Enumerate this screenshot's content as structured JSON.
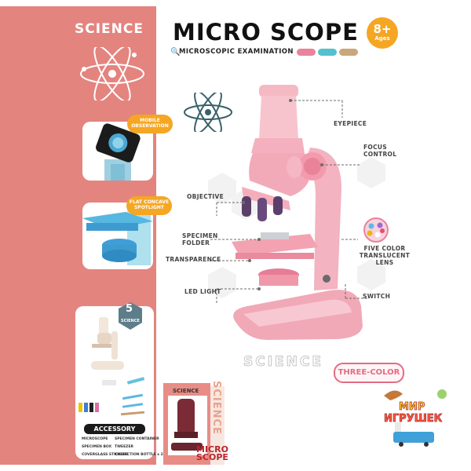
{
  "sidebar": {
    "title": "SCIENCE"
  },
  "header": {
    "title": "MICRO SCOPE",
    "subtitle": "MICROSCOPIC EXAMINATION",
    "age_badge": {
      "value": "8+",
      "label": "Ages"
    },
    "color_options": [
      "#e9829a",
      "#53c1cf",
      "#c9a77b"
    ]
  },
  "features": {
    "mobile": "MOBILE OBSERVATION",
    "spotlight": "FLAT CONCAVE SPOTLIGHT",
    "steps_badge": {
      "number": "5",
      "label": "SCIENCE"
    }
  },
  "callouts": {
    "eyepiece": "EYEPIECE",
    "focus_control": "FOCUS CONTROL",
    "objective": "OBJECTIVE",
    "specimen_folder": "SPECIMEN FOLDER",
    "transparence": "TRANSPARENCE",
    "five_color": "FIVE COLOR TRANSLUCENT LENS",
    "led_light": "LED LIGHT",
    "switch": "SWITCH"
  },
  "watermark": "SCIENCE",
  "three_color_label": "THREE-COLOR",
  "accessory": {
    "title": "ACCESSORY",
    "items": [
      "MICROSCOPE",
      "SPECIMEN CONTAINER",
      "SPECIMEN BOX",
      "TWEEZER",
      "COVERGLASS STICKERS",
      "COLLECTION BOTTLE x 2"
    ]
  },
  "box": {
    "brand": "SCIENCE",
    "side_text": "SCIENCE",
    "title": "MICRO SCOPE"
  },
  "logo": {
    "line1": "МИР",
    "line2": "ИГРУШЕК"
  },
  "colors": {
    "sidebar": "#e4847f",
    "microscope_pink": "#f4b4c0",
    "accent_orange": "#f5a623",
    "badge_blue": "#56c0d6"
  }
}
